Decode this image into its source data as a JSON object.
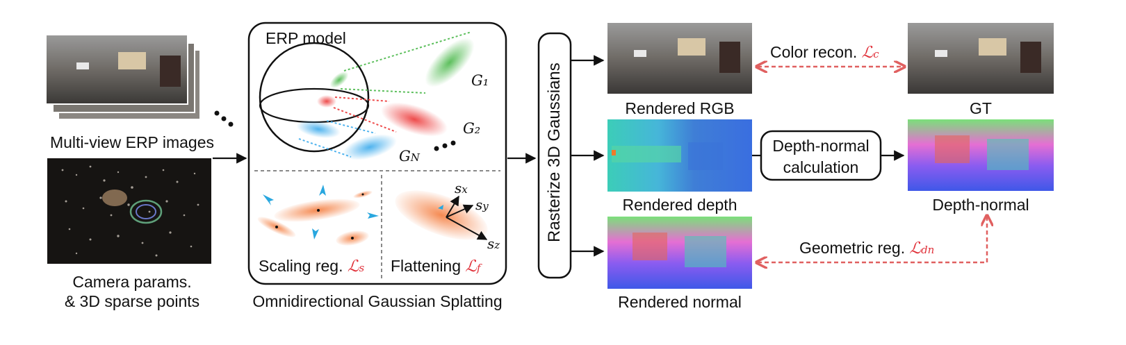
{
  "inputs": {
    "images_label": "Multi-view ERP images",
    "camera_label_line1": "Camera params.",
    "camera_label_line2": "& 3D sparse points"
  },
  "model": {
    "caption": "Omnidirectional Gaussian Splatting",
    "erp_title": "ERP model",
    "gaussians": [
      "G₁",
      "G₂",
      "G"
    ],
    "gaussian_n_sub": "N",
    "scaling_label": "Scaling reg.",
    "scaling_loss": "ℒ",
    "scaling_loss_sub": "s",
    "flatten_label": "Flattening",
    "flatten_loss": "ℒ",
    "flatten_loss_sub": "f",
    "axes": {
      "sx": "s",
      "sx_sub": "x",
      "sy": "s",
      "sy_sub": "y",
      "sz": "s",
      "sz_sub": "z"
    }
  },
  "rasterizer": {
    "label": "Rasterize 3D Gaussians"
  },
  "outputs": {
    "rgb_label": "Rendered RGB",
    "depth_label": "Rendered depth",
    "normal_label": "Rendered normal",
    "gt_label": "GT",
    "depth_normal_label": "Depth-normal"
  },
  "calc": {
    "line1": "Depth-normal",
    "line2": "calculation"
  },
  "losses": {
    "color_text": "Color recon.",
    "color_sym": "ℒ",
    "color_sub": "c",
    "geo_text": "Geometric reg.",
    "geo_sym": "ℒ",
    "geo_sub": "dn"
  },
  "colors": {
    "loss_red": "#e0313a",
    "arrow_blue": "#29a7df",
    "gauss_green": "#5cbf5c",
    "gauss_red": "#ee4b4b",
    "gauss_blue": "#4fb3ee",
    "gauss_orange": "#f58a52"
  }
}
